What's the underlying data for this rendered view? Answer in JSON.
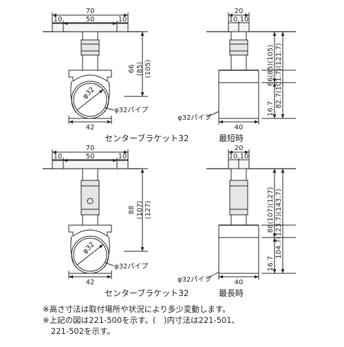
{
  "top": {
    "front": {
      "total_width": "70",
      "left_edge": "10",
      "mid": "50",
      "right_edge": "10",
      "height": "66",
      "height_alt1": "(85)",
      "height_alt2": "(105)",
      "ring_dia": "φ32",
      "base_width": "42",
      "pipe_label": "φ32パイプ"
    },
    "side": {
      "total_width": "20",
      "left": "10",
      "right": "10",
      "h1": "66(85)(105)",
      "h2": "82.7(101.7)(121.7)",
      "h3": "16.7",
      "pipe_label": "φ32パイプ",
      "base_width": "40"
    },
    "caption_name": "センターブラケット32",
    "caption_mode": "最短時"
  },
  "bottom": {
    "front": {
      "total_width": "70",
      "left_edge": "10",
      "mid": "50",
      "right_edge": "10",
      "height": "88",
      "height_alt1": "(107)",
      "height_alt2": "(127)",
      "ring_dia": "φ32",
      "base_width": "42",
      "pipe_label": "φ32パイプ"
    },
    "side": {
      "total_width": "20",
      "left": "10",
      "right": "10",
      "h1": "88(107)(127)",
      "h2": "104.7(123.7)(143.7)",
      "h3": "16.7",
      "pipe_label": "φ32パイプ",
      "base_width": "40"
    },
    "caption_name": "センターブラケット32",
    "caption_mode": "最長時"
  },
  "notes": [
    "※高さ寸法は取付場所や状況により多少変動します。",
    "※上記の図は221-500を示す。(　)内寸法は221-501、",
    "221-502を示す。"
  ]
}
